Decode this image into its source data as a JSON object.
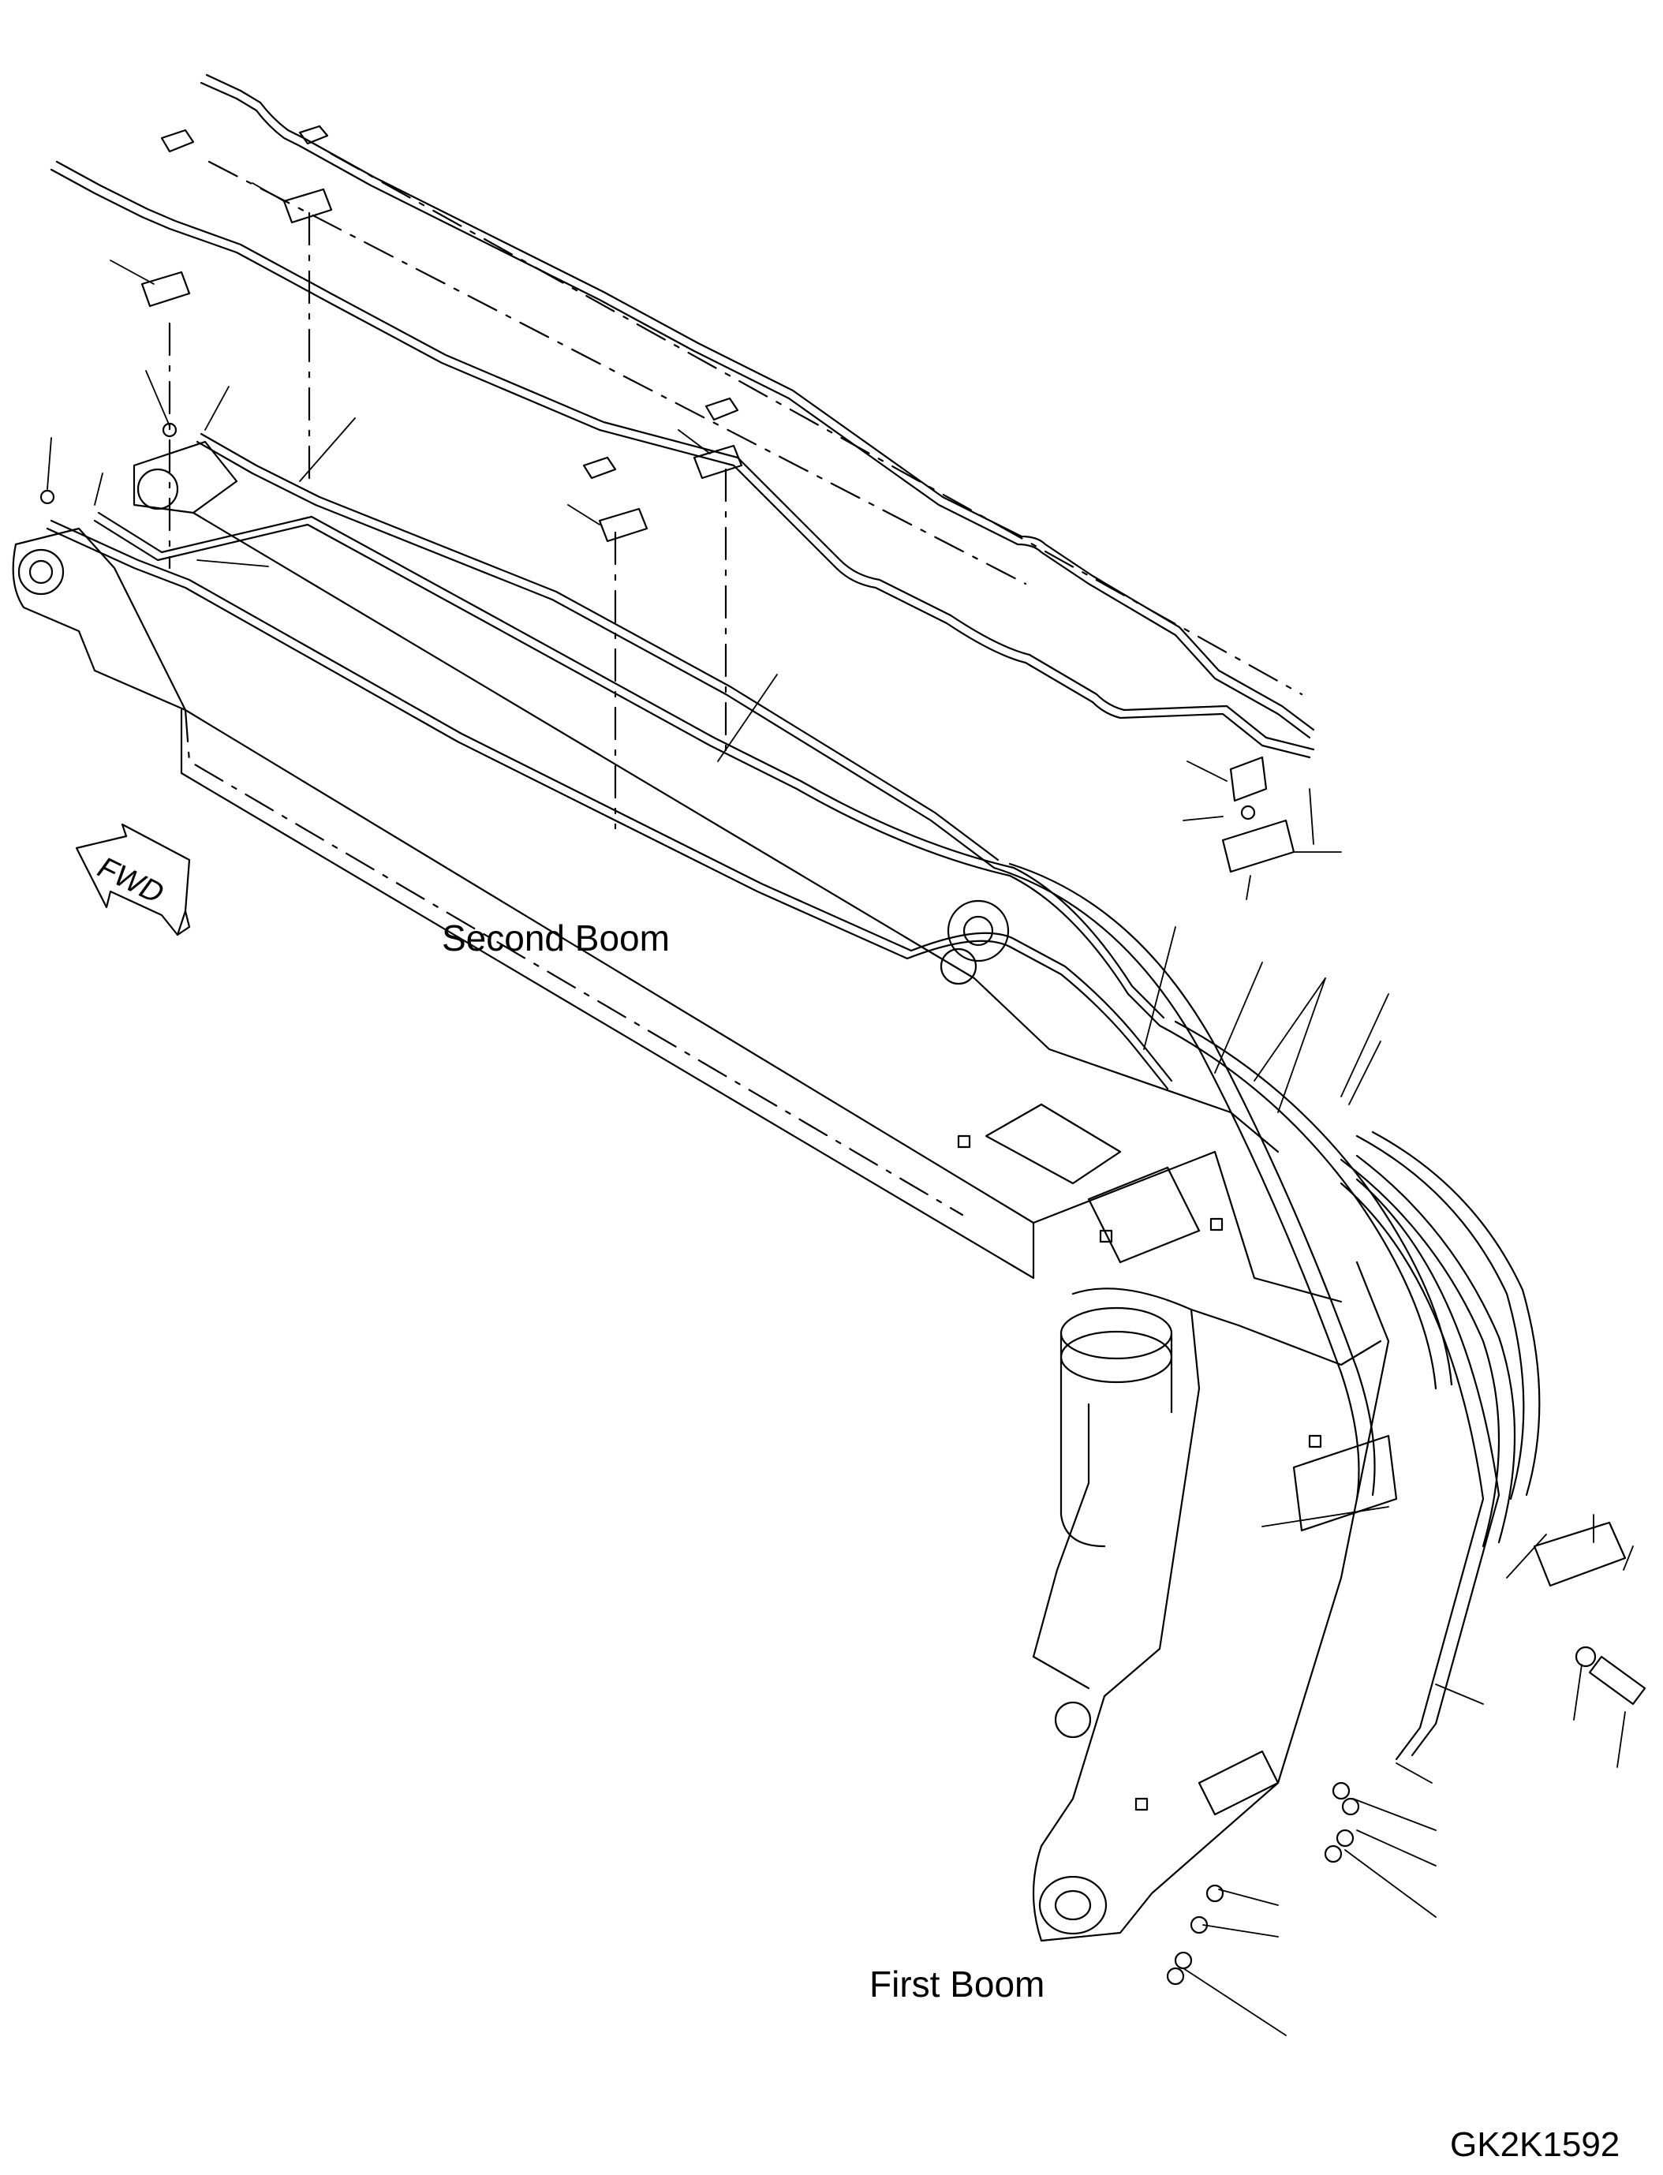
{
  "labels": {
    "second_boom": "Second Boom",
    "first_boom": "First Boom",
    "fwd": "FWD",
    "drawing_code": "GK2K1592"
  },
  "colors": {
    "line": "#000000",
    "background": "#ffffff"
  }
}
